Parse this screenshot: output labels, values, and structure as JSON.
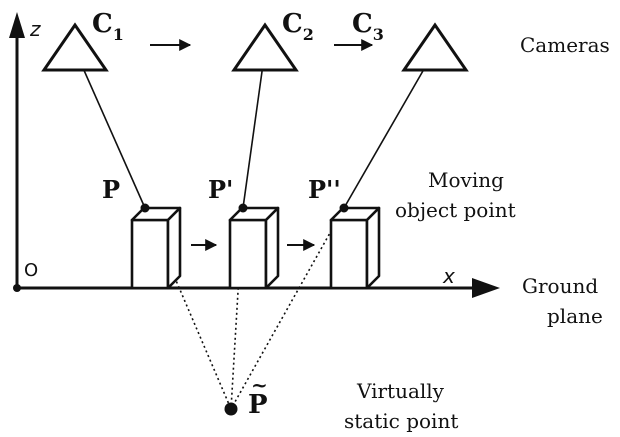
{
  "axes": {
    "z_label": "z",
    "x_label": "x",
    "origin_label": "O"
  },
  "cameras": [
    {
      "letter": "C",
      "sub": "1"
    },
    {
      "letter": "C",
      "sub": "2"
    },
    {
      "letter": "C",
      "sub": "3"
    }
  ],
  "cameras_caption": "Cameras",
  "points": [
    {
      "label": "P"
    },
    {
      "label": "P'"
    },
    {
      "label": "P''"
    }
  ],
  "moving_caption": [
    "Moving",
    "object point"
  ],
  "ground_caption": [
    "Ground",
    "plane"
  ],
  "virtual_point": {
    "letter": "P",
    "tilde": "~"
  },
  "virtual_caption": [
    "Virtually",
    "static point"
  ]
}
